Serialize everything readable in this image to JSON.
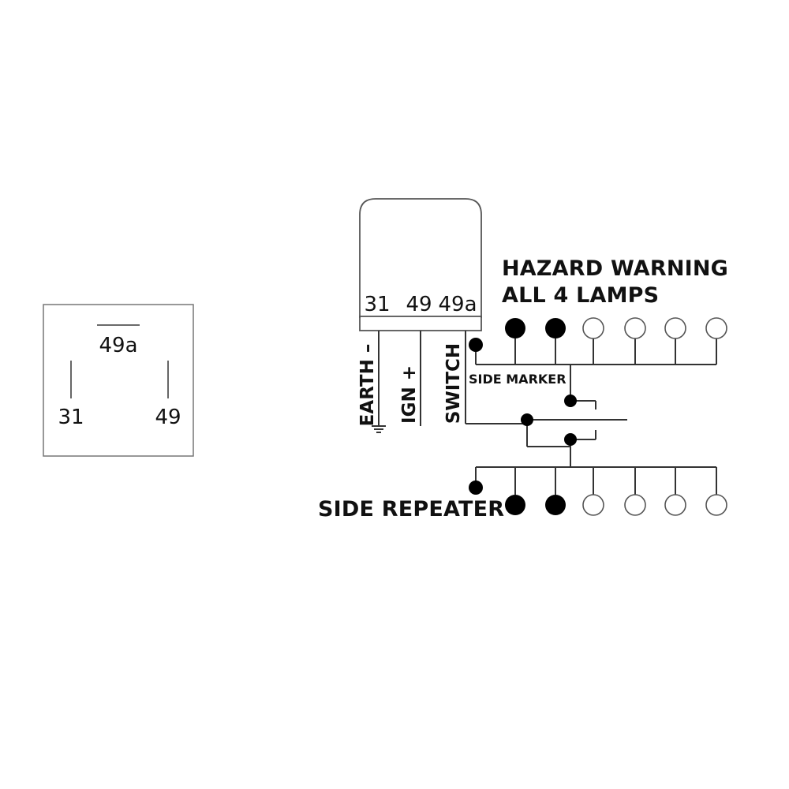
{
  "pinout": {
    "pin_top": "49a",
    "pin_left": "31",
    "pin_right": "49"
  },
  "relay": {
    "pin_31": "31",
    "pin_49": "49",
    "pin_49a": "49a"
  },
  "wires": {
    "earth": "EARTH –",
    "ign": "IGN +",
    "switch": "SWITCH"
  },
  "labels": {
    "hazard_line1": "HAZARD WARNING",
    "hazard_line2": "ALL 4 LAMPS",
    "side_marker": "SIDE MARKER",
    "side_repeater": "SIDE REPEATER"
  },
  "colors": {
    "line": "#333333",
    "lamp_filled": "#000000",
    "lamp_outline": "#555555"
  },
  "lamps": {
    "hazard_row": [
      "filled",
      "filled",
      "outline",
      "outline",
      "outline",
      "outline"
    ],
    "repeater_row": [
      "filled",
      "filled",
      "outline",
      "outline",
      "outline",
      "outline"
    ]
  }
}
